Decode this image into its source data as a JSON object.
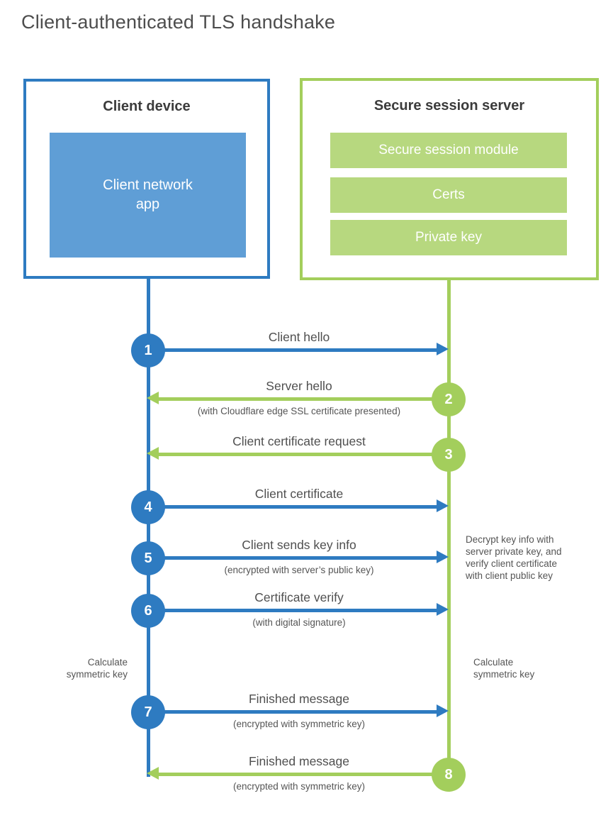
{
  "page": {
    "title": "Client-authenticated TLS handshake"
  },
  "colors": {
    "client_accent": "#2e7bc1",
    "client_fill": "#5f9ed6",
    "server_accent": "#a3ce5c",
    "server_fill": "#b7d87f",
    "heading_text": "#3b3b3b",
    "label_text": "#4f4f4f",
    "note_text": "#555555"
  },
  "client_box": {
    "title": "Client device",
    "app_label": "Client network\napp"
  },
  "server_box": {
    "title": "Secure session server",
    "modules": [
      "Secure session module",
      "Certs",
      "Private key"
    ]
  },
  "steps": [
    {
      "num": "1",
      "side": "client",
      "direction": "right",
      "label": "Client hello",
      "sublabel": ""
    },
    {
      "num": "2",
      "side": "server",
      "direction": "left",
      "label": "Server hello",
      "sublabel": "(with Cloudflare edge SSL certificate presented)"
    },
    {
      "num": "3",
      "side": "server",
      "direction": "left",
      "label": "Client certificate request",
      "sublabel": ""
    },
    {
      "num": "4",
      "side": "client",
      "direction": "right",
      "label": "Client certificate",
      "sublabel": ""
    },
    {
      "num": "5",
      "side": "client",
      "direction": "right",
      "label": "Client sends key info",
      "sublabel": "(encrypted with server’s public key)"
    },
    {
      "num": "6",
      "side": "client",
      "direction": "right",
      "label": "Certificate verify",
      "sublabel": "(with digital signature)"
    },
    {
      "num": "7",
      "side": "client",
      "direction": "right",
      "label": "Finished message",
      "sublabel": "(encrypted with symmetric key)"
    },
    {
      "num": "8",
      "side": "server",
      "direction": "left",
      "label": "Finished message",
      "sublabel": "(encrypted with symmetric key)"
    }
  ],
  "side_notes": {
    "decrypt": "Decrypt key info with\nserver private key, and\nverify client certificate\nwith client public key",
    "calc_left": "Calculate\nsymmetric key",
    "calc_right": "Calculate\nsymmetric key"
  }
}
